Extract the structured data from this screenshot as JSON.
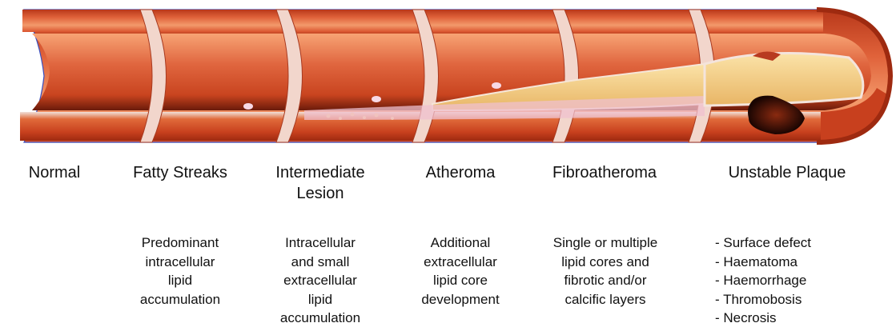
{
  "stages": [
    {
      "title": "Normal",
      "description": ""
    },
    {
      "title": "Fatty Streaks",
      "description": "Predominant\nintracellular\nlipid\naccumulation"
    },
    {
      "title": "Intermediate\nLesion",
      "description": "Intracellular\nand small\nextracellular\nlipid\naccumulation"
    },
    {
      "title": "Atheroma",
      "description": "Additional\nextracellular\nlipid core\ndevelopment"
    },
    {
      "title": "Fibroatheroma",
      "description": "Single or multiple\nlipid cores and\nfibrotic and/or\ncalcific layers"
    },
    {
      "title": "Unstable Plaque",
      "description": "- Surface defect\n- Haematoma\n- Haemorrhage\n- Thromobosis\n- Necrosis"
    }
  ],
  "colors": {
    "vessel_wall": "#c8401e",
    "vessel_light": "#f08a55",
    "intima": "#e9b7c4",
    "lipid_core": "#f0c784",
    "necrotic_core": "#2a0a05"
  }
}
